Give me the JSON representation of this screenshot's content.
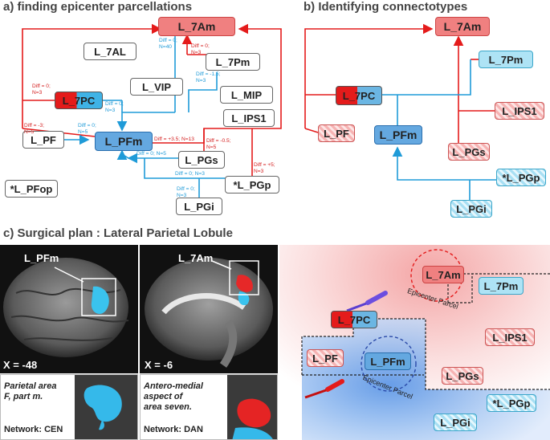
{
  "panel_a": {
    "title": "a) finding epicenter parcellations",
    "nodes": {
      "l7am": "L_7Am",
      "l7al": "L_7AL",
      "l7pm": "L_7Pm",
      "lvip": "L_VIP",
      "lmip": "L_MIP",
      "l7pc": "L_7PC",
      "lips1": "L_IPS1",
      "lpf": "L_PF",
      "lpfm": "L_PFm",
      "lpgs": "L_PGs",
      "lpfop": "*L_PFop",
      "lpgp": "*L_PGp",
      "lpgi": "L_PGi"
    },
    "annotations": {
      "a1": [
        "Diff = 0;",
        "N=3"
      ],
      "a2": [
        "Diff = 0;",
        "N=40"
      ],
      "a3": [
        "Diff = 0;",
        "N=3"
      ],
      "a4": [
        "Diff = -1.5;",
        "N=3"
      ],
      "a5": [
        "Diff = 0;",
        "N=3"
      ],
      "a6": [
        "Diff = -3;",
        "N=5"
      ],
      "a7": [
        "Diff = 0;",
        "N=5"
      ],
      "a8": [
        "Diff = +3.5; N=13"
      ],
      "a9": [
        "Diff = -0.5;",
        "N=5"
      ],
      "a10": [
        "Diff = 0; N=5"
      ],
      "a11": [
        "Diff = +5;",
        "N=3"
      ],
      "a12": [
        "Diff = 0; N=3"
      ],
      "a13": [
        "Diff = 0;",
        "N=3"
      ]
    }
  },
  "panel_b": {
    "title": "b) Identifying connectotypes",
    "nodes": {
      "l7am": "L_7Am",
      "l7pm": "L_7Pm",
      "l7pc": "L_7PC",
      "lips1": "L_IPS1",
      "lpf": "L_PF",
      "lpfm": "L_PFm",
      "lpgs": "L_PGs",
      "lpgp": "*L_PGp",
      "lpgi": "L_PGi"
    }
  },
  "panel_c": {
    "title": "c) Surgical plan : Lateral Parietal Lobule",
    "left_brain": {
      "label": "L_PFm",
      "coord": "X = -48",
      "inset_text": [
        "Parietal area",
        "F, part m."
      ],
      "network": "Network: CEN"
    },
    "right_brain": {
      "label": "L_7Am",
      "coord": "X = -6",
      "inset_text": [
        "Antero-medial",
        "aspect of",
        "area seven."
      ],
      "network": "Network: DAN"
    },
    "plan": {
      "nodes": {
        "l7am": "L_7Am",
        "l7pm": "L_7Pm",
        "l7pc": "L_7PC",
        "lips1": "L_IPS1",
        "lpf": "L_PF",
        "lpfm": "L_PFm",
        "lpgs": "L_PGs",
        "lpgp": "*L_PGp",
        "lpgi": "L_PGi"
      },
      "epicenter_label": "Epicenter Parcel"
    }
  },
  "colors": {
    "red": "#e41b1b",
    "blue": "#1f9bd8",
    "node_red": "#f08080",
    "node_blue": "#64a8e0"
  }
}
